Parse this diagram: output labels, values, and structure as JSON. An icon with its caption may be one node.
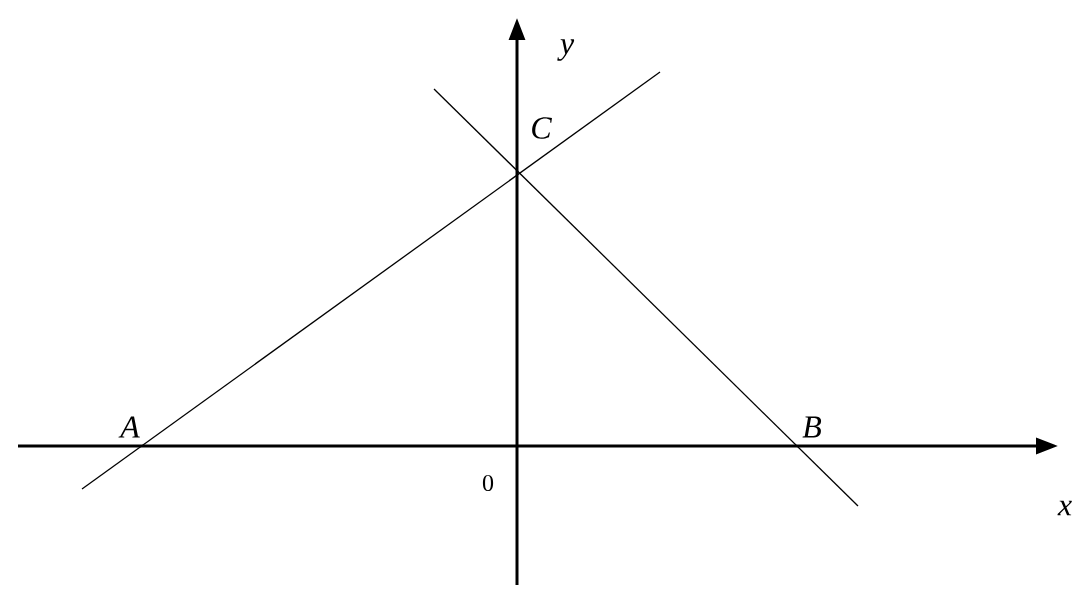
{
  "diagram": {
    "labels": [
      "y",
      "C",
      "A",
      "B",
      "0",
      "x"
    ]
  }
}
